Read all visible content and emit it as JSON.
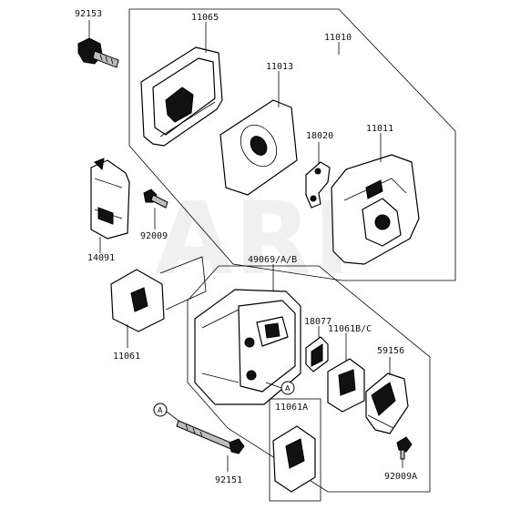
{
  "watermark": "ARI",
  "part_labels": {
    "p92153": "92153",
    "p11065": "11065",
    "p11010": "11010",
    "p11013": "11013",
    "p18020": "18020",
    "p11011": "11011",
    "p14091": "14091",
    "p92009": "92009",
    "p49069": "49069/A/B",
    "p11061": "11061",
    "p18077": "18077",
    "p11061bc": "11061B/C",
    "p59156": "59156",
    "p11061a": "11061A",
    "p92151": "92151",
    "p92009a": "92009A"
  },
  "reference_markers": {
    "ref_a_muffler": "A",
    "ref_a_bolt": "A"
  }
}
